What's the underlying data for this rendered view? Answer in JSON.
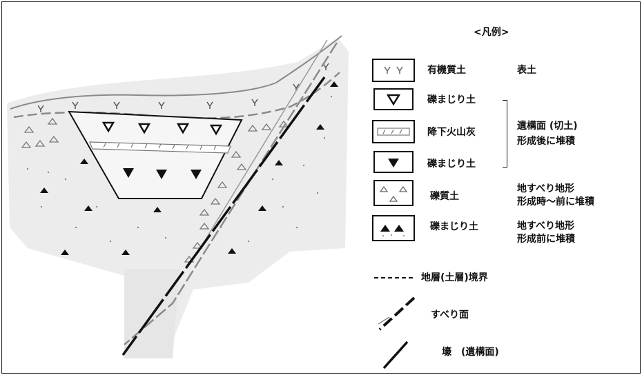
{
  "legend": {
    "title": "<凡例>",
    "items": [
      {
        "id": "organic",
        "label": "有機質土",
        "note": "表土",
        "symbol": "organic-soil-symbol"
      },
      {
        "id": "gravelly-upper",
        "label": "礫まじり土",
        "symbol": "open-triangle-symbol"
      },
      {
        "id": "ash",
        "label": "降下火山灰",
        "symbol": "volcanic-ash-symbol"
      },
      {
        "id": "gravelly-lower",
        "label": "礫まじり土",
        "symbol": "filled-triangle-symbol"
      },
      {
        "id": "gravel",
        "label": "礫質土",
        "symbol": "gravel-soil-symbol"
      },
      {
        "id": "gravelly-base",
        "label": "礫まじり土",
        "symbol": "black-gravel-symbol"
      }
    ],
    "group_note_1": "遺構面 (切土)",
    "group_note_2": "形成後に堆積",
    "gravel_note_1": "地すべり地形",
    "gravel_note_2": "形成時～前に堆積",
    "base_note_1": "地すべり地形",
    "base_note_2": "形成前に堆積",
    "lines": [
      {
        "id": "boundary",
        "label": "地層(土層)境界",
        "symbol": "dashed-line-symbol"
      },
      {
        "id": "slip",
        "label": "すべり面",
        "symbol": "slip-surface-symbol"
      },
      {
        "id": "moat",
        "label": "壕　(遺構面)",
        "symbol": "solid-line-symbol"
      }
    ]
  },
  "colors": {
    "line": "#111111",
    "grey_line": "#8a8a8a",
    "fill_light": "#ececec"
  }
}
